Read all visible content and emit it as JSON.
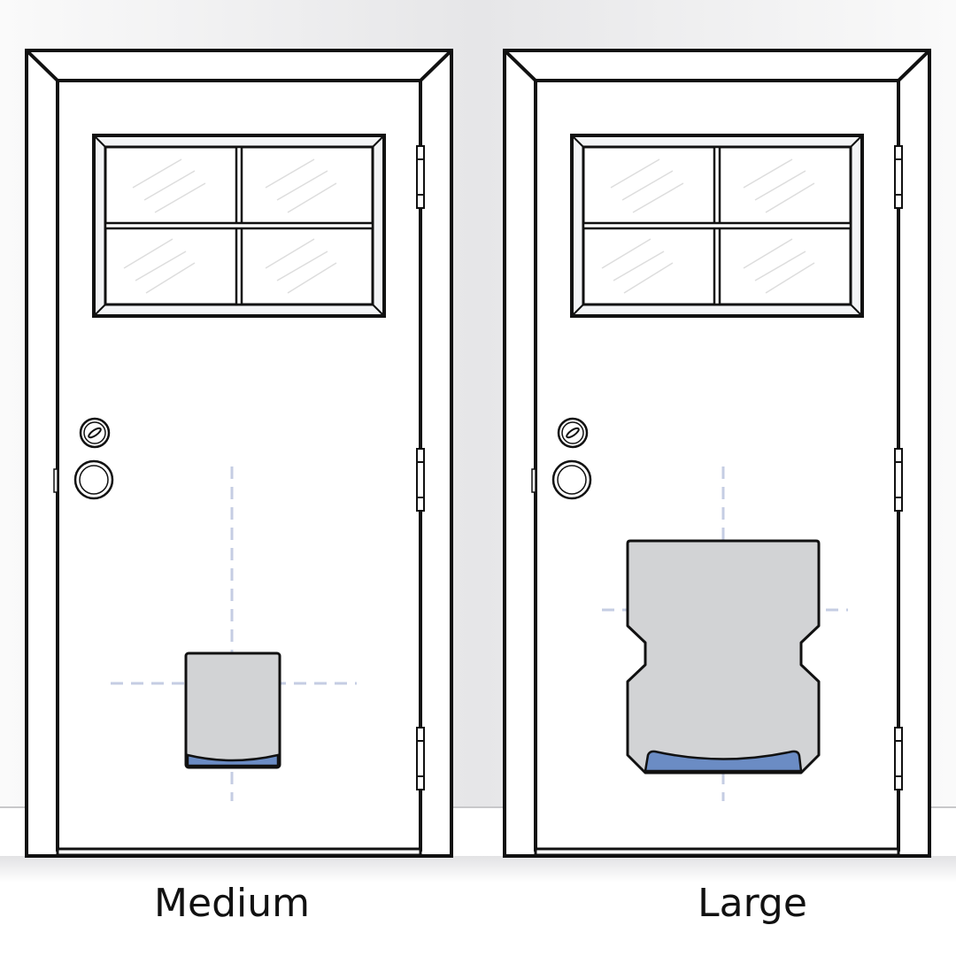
{
  "doors": [
    {
      "label": "Medium",
      "flap_size": "medium"
    },
    {
      "label": "Large",
      "flap_size": "large"
    }
  ],
  "colors": {
    "outline": "#111111",
    "flap_fill": "#d2d3d5",
    "flap_accent": "#6b8cc4",
    "guide_dash": "#c5cde3",
    "wall": "#ececee"
  }
}
